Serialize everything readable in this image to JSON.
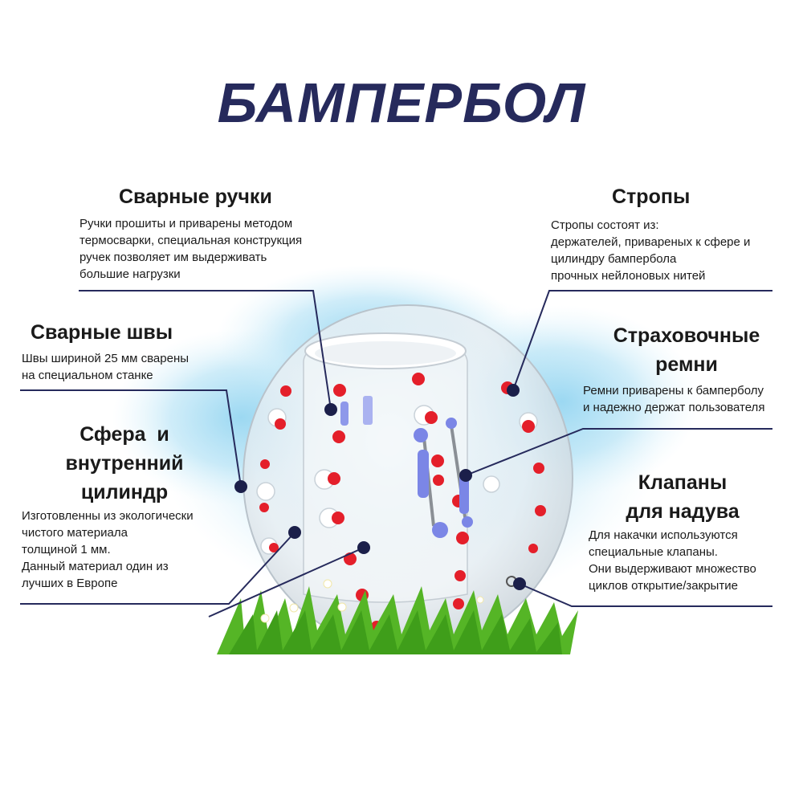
{
  "title": "БАМПЕРБОЛ",
  "colors": {
    "title": "#262a5c",
    "callout_line": "#262a5c",
    "dot": "#e41f2a",
    "strap": "#7b86e6",
    "grass": "#4caf20"
  },
  "callouts": {
    "welded_handles": {
      "heading": "Сварные ручки",
      "lines": [
        "Ручки прошиты и приварены методом",
        "термосварки, специальная конструкция",
        "ручек позволяет им выдерживать",
        "большие нагрузки"
      ]
    },
    "welded_seams": {
      "heading": "Сварные швы",
      "lines": [
        "Швы шириной 25 мм сварены",
        "на специальном станке"
      ]
    },
    "sphere": {
      "heading_lines": [
        "Сфера  и",
        "внутренний",
        "цилиндр"
      ],
      "lines": [
        "Изготовленны из экологически",
        "чистого материала",
        "толщиной 1 мм.",
        "Данный материал один из",
        "лучших в Европе"
      ]
    },
    "slings": {
      "heading": "Стропы",
      "lines": [
        "Стропы состоят из:",
        "держателей, привареных к сфере и",
        "цилиндру бампербола",
        "прочных нейлоновых нитей"
      ]
    },
    "safety_belts": {
      "heading_lines": [
        "Страховочные",
        "ремни"
      ],
      "lines": [
        "Ремни приварены к бамперболу",
        "и надежно держат пользователя"
      ]
    },
    "valves": {
      "heading_lines": [
        "Клапаны",
        "для надува"
      ],
      "lines": [
        "Для накачки используются",
        "специальные клапаны.",
        "Они выдерживают множество",
        "циклов открытие/закрытие"
      ]
    }
  }
}
